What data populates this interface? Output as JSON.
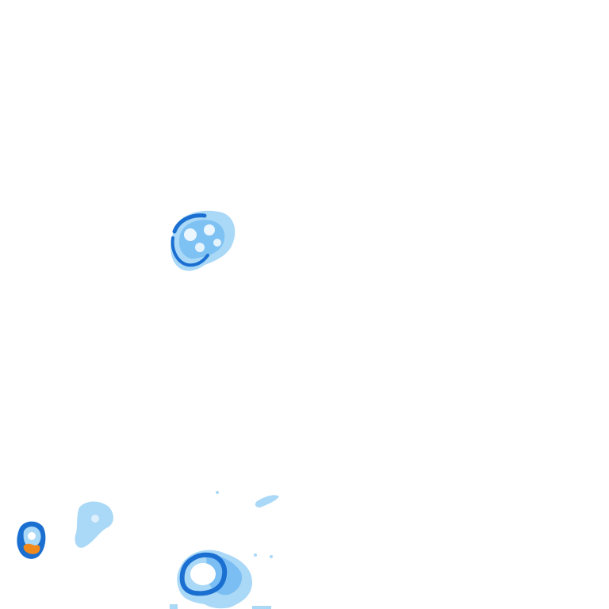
{
  "layer": {
    "type": "precipitation-radar-overlay",
    "background": "#ffffff",
    "palette": {
      "light": "#aad8f7",
      "medium": "#5aaef0",
      "heavy": "#1a6fd1",
      "very_heavy": "#f08a1c"
    },
    "cells": [
      {
        "name": "cell-upper-center",
        "intensity": "heavy"
      },
      {
        "name": "cell-lower-left-edge",
        "intensity": "very_heavy"
      },
      {
        "name": "cell-lower-left",
        "intensity": "light"
      },
      {
        "name": "cell-lower-center",
        "intensity": "heavy"
      },
      {
        "name": "cell-lower-small",
        "intensity": "light"
      }
    ]
  }
}
